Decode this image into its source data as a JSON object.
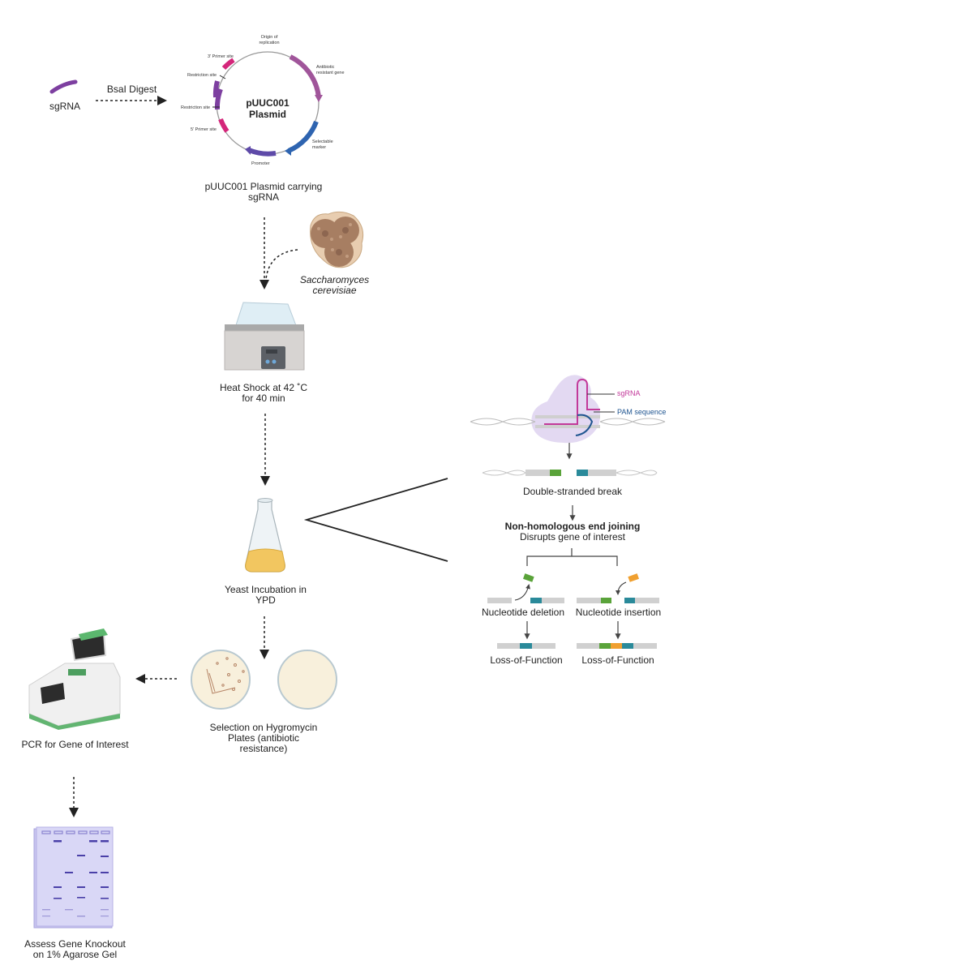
{
  "sgrna_label": "sgRNA",
  "digest_label": "BsaI Digest",
  "plasmid": {
    "name_line1": "pUUC001",
    "name_line2": "Plasmid",
    "features": {
      "origin": "Origin of replication",
      "origin_l1": "Origin of",
      "origin_l2": "replication",
      "antibiotic_l1": "Antibiotic",
      "antibiotic_l2": "resistant gene",
      "selectable_l1": "Selectable",
      "selectable_l2": "marker",
      "promoter": "Promoter",
      "primer5": "5' Primer site",
      "primer3": "3' Primer site",
      "restriction1": "Restriction site",
      "restriction2": "Restriction site"
    },
    "colors": {
      "antibiotic": "#a0559a",
      "selectable": "#2e64b0",
      "promoter": "#5e4aa8",
      "insert": "#7d3fa0",
      "primer": "#d4267a"
    }
  },
  "steps": {
    "plasmid_carrying_l1": "pUUC001 Plasmid carrying",
    "plasmid_carrying_l2": "sgRNA",
    "yeast_l1": "Saccharomyces",
    "yeast_l2": "cerevisiae",
    "heat_l1": "Heat Shock at 42 ˚C",
    "heat_l2": "for 40 min",
    "incubation_l1": "Yeast Incubation in",
    "incubation_l2": "YPD",
    "selection_l1": "Selection on Hygromycin",
    "selection_l2": "Plates (antibiotic",
    "selection_l3": "resistance)",
    "pcr": "PCR for Gene of Interest",
    "gel_l1": "Assess Gene Knockout",
    "gel_l2": "on 1% Agarose Gel"
  },
  "mechanism": {
    "sgrna_label": "sgRNA",
    "pam_label": "PAM sequence",
    "dsb": "Double-stranded break",
    "nhej_title": "Non-homologous end joining",
    "nhej_sub": "Disrupts gene of interest",
    "deletion": "Nucleotide deletion",
    "insertion": "Nucleotide insertion",
    "lof_left": "Loss-of-Function",
    "lof_right": "Loss-of-Function",
    "colors": {
      "sgrna": "#c2399a",
      "pam": "#1f5590",
      "green": "#5aa33a",
      "teal": "#2a8a9a",
      "orange": "#f0a030"
    }
  },
  "icons": [
    "sgrna-strand-icon",
    "plasmid-icon",
    "yeast-cells-icon",
    "water-bath-icon",
    "flask-icon",
    "petri-dish-icon",
    "pcr-machine-icon",
    "agarose-gel-icon",
    "cas9-complex-icon",
    "dna-icon"
  ]
}
